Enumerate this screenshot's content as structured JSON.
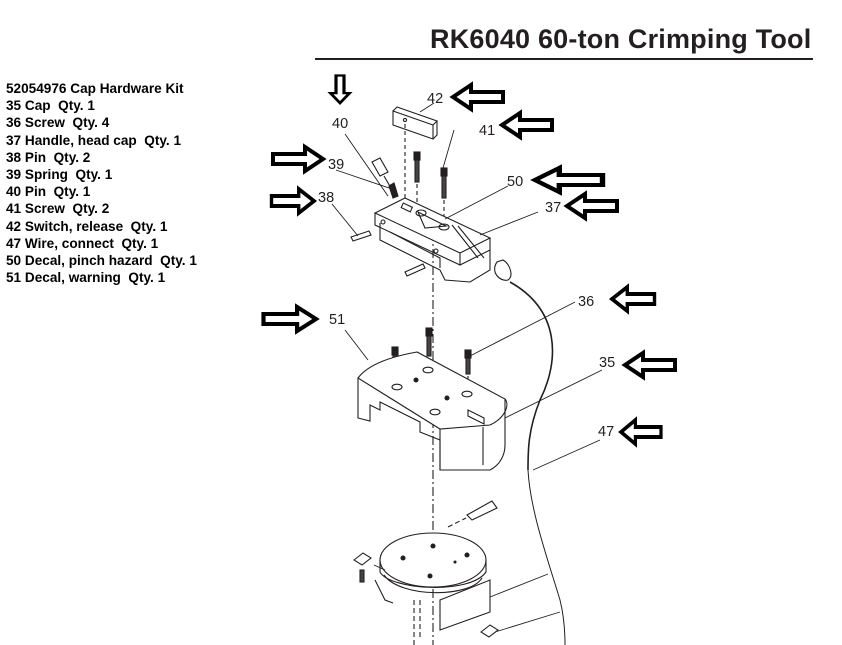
{
  "title": "RK6040 60-ton Crimping Tool",
  "kit": {
    "heading": "52054976 Cap Hardware Kit",
    "items": [
      {
        "text": "35 Cap  Qty. 1"
      },
      {
        "text": "36 Screw  Qty. 4"
      },
      {
        "text": "37 Handle, head cap  Qty. 1"
      },
      {
        "text": "38 Pin  Qty. 2"
      },
      {
        "text": "39 Spring  Qty. 1"
      },
      {
        "text": "40 Pin  Qty. 1"
      },
      {
        "text": "41 Screw  Qty. 2"
      },
      {
        "text": "42 Switch, release  Qty. 1"
      },
      {
        "text": "47 Wire, connect  Qty. 1"
      },
      {
        "text": "50 Decal, pinch hazard  Qty. 1"
      },
      {
        "text": "51 Decal, warning  Qty. 1"
      }
    ]
  },
  "callouts": {
    "c40": "40",
    "c42": "42",
    "c41": "41",
    "c39": "39",
    "c50": "50",
    "c38": "38",
    "c37": "37",
    "c36": "36",
    "c51": "51",
    "c35": "35",
    "c47": "47"
  },
  "icons": {
    "pointer_arrows": "hollow-block-arrow"
  }
}
